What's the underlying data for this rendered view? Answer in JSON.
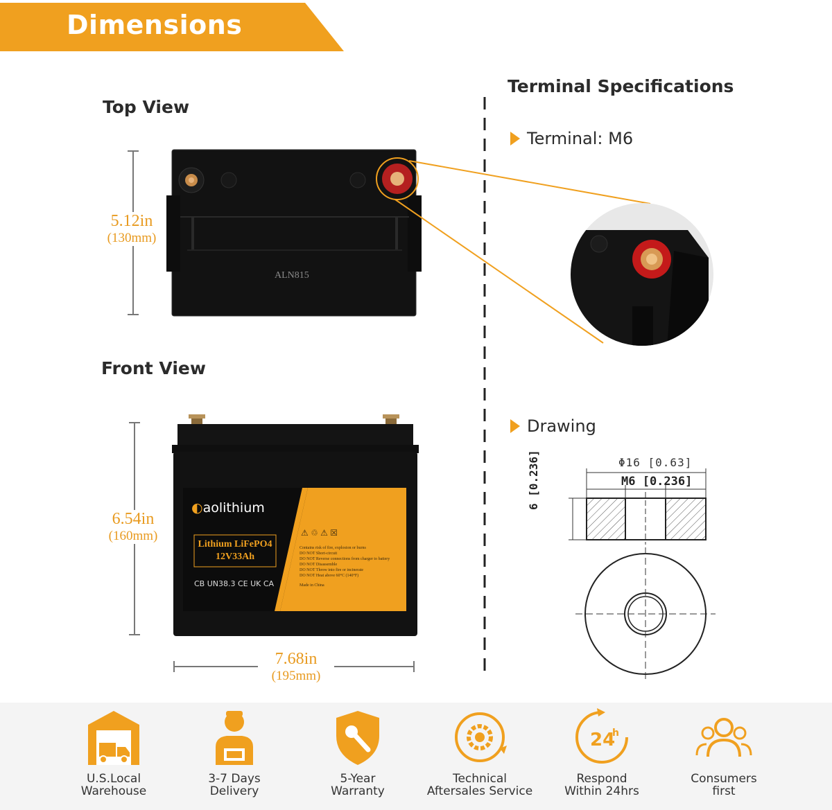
{
  "banner": {
    "title": "Dimensions"
  },
  "left": {
    "top_view_title": "Top View",
    "front_view_title": "Front View",
    "top_height": {
      "main": "5.12in",
      "sub": "(130mm)"
    },
    "front_height": {
      "main": "6.54in",
      "sub": "(160mm)"
    },
    "front_width": {
      "main": "7.68in",
      "sub": "(195mm)"
    },
    "top_model_text": "ALN815"
  },
  "battery_label": {
    "brand": "aolithium",
    "line1": "Lithium LiFePO4",
    "line2": "12V33Ah",
    "certs": "CB UN38.3 CE UK CA",
    "warnings": [
      "Contains risk of fire, explosion or burns",
      "DO NOT Short-circuit",
      "DO NOT Reverse connections from charger to battery",
      "DO NOT Disassemble",
      "DO NOT Throw into fire or incinerate",
      "DO NOT Heat above 60°C (140°F)"
    ],
    "made_in": "Made in China"
  },
  "right": {
    "title": "Terminal Specifications",
    "terminal_spec": "Terminal: M6",
    "drawing_label": "Drawing",
    "drawing_outer": "Φ16 [0.63]",
    "drawing_inner": "M6 [0.236]",
    "drawing_height": "6 [0.236]"
  },
  "features": [
    {
      "icon": "warehouse-icon",
      "line1": "U.S.Local",
      "line2": "Warehouse"
    },
    {
      "icon": "delivery-person-icon",
      "line1": "3-7 Days",
      "line2": "Delivery"
    },
    {
      "icon": "warranty-shield-icon",
      "line1": "5-Year",
      "line2": "Warranty"
    },
    {
      "icon": "gear-service-icon",
      "line1": "Technical",
      "line2": "Aftersales Service"
    },
    {
      "icon": "24h-clock-icon",
      "line1": "Respond",
      "line2": "Within 24hrs"
    },
    {
      "icon": "people-icon",
      "line1": "Consumers",
      "line2": "first"
    }
  ],
  "colors": {
    "accent": "#f0a01f",
    "dimension": "#e89a1f",
    "battery": "#121212",
    "feature_bg": "#f4f4f4"
  }
}
